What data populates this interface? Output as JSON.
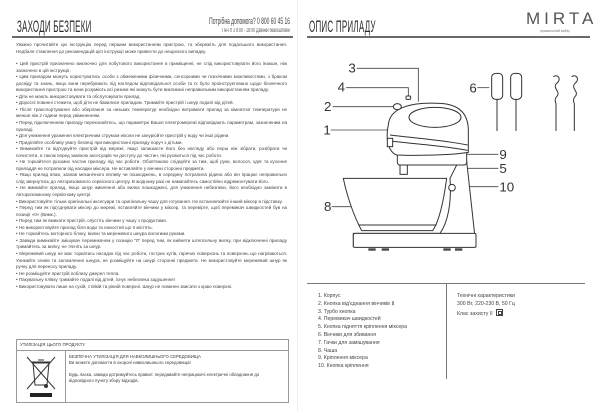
{
  "left": {
    "title": "ЗАХОДИ БЕЗПЕКИ",
    "help_line": "Потрібна допомога? 0 800 60 45 16",
    "hours_line": "Пн-Пт з 9:00 - 18:00 Дзвінки безкоштовні",
    "intro": "Уважно прочитайте цю інструкцію перед першим використанням пристрою, та збережіть для подальшого використання. Недбале ставлення до рекомендацій цієї інструкції може привести до нещасного випадку.",
    "bullets": [
      "• Цей пристрій призначено виключно для побутового використання в приміщенні, не слід використовувати його інакше, ніж зазначено в цій інструкції.",
      "• Цим приладом можуть користуватись особи з обмеженими фізичними, сенсорними чи психічними можливостями, з браком досвіду та знань, якщо вони перебувають під наглядом відповідальної особи та їх було проінструктовано щодо безпечного використання пристрою та вони розуміють всі ризики які можуть бути викликані неправильним використанням приладу.",
      "• Діти не мають використовувати та обслуговувати прилад.",
      "• Дорослі повинні стежити, щоб діти не бавилися приладом. Тримайте пристрій і шнур подалі від дітей.",
      "• Після транспортування або зберігання за низьких температур необхідно витримати прилад за кімнатної температури не менше ніж 2 години перед увімкненням.",
      "• Перед підключенням приладу переконайтесь, що параметри Вашої електромережі відповідають параметрам, зазначеним на приладі.",
      "• Для уникнення ураження електричним струмом ніколи не занурюйте пристрій у воду чи інші рідини.",
      "• Приділяйте особливу увагу безпеці при використанні приладу поруч з дітьми.",
      "• Вимикайте та від'єднуйте пристрій від мережі, якщо залишаєте його без нагляду або перш ніж зібрати, розібрати чи почистити, а також перед заміною аксесуарів чи доступу до частин, які рухаються під час роботи.",
      "• Не торкайтеся рухомих частин приладу під час роботи. Обов'язково слідкуйте за тим, щоб руки, волосся, одяг та кухонне приладдя не потрапили під насадки міксера. Не вставляйте у вінчики сторонні предмети.",
      "• Якщо прилад впав, зазнав механічного впливу чи пошкоджень, в середину потрапила рідина або він працює неправильно слід звернутись до Авторизованого сервісного центру. В жодному разі не намагайтесь самостійно відремонтувати його.",
      "• Не вмикайте прилад, якщо шнур живлення або вилка пошкоджені, для уникнення небезпеки, його необхідно замінити в Авторизованому сервісному центрі.",
      "• Використовуйте тільки оригінальні аксесуари та оригінальну чашу для готування. Не встановлюйте інший міксер в підставку.",
      "• Перед тим як під'єднувати міксер до мережі, вставляйте вінчики у міксер, та перевірте, щоб перемикач швидкостей був на позиції «0» (Вимк.).",
      "• Перед тим як вмикати пристрій, опустіть вінчики у чашу з продуктами.",
      "• Не використовуйте прилад біля води та ємностей що її містять.",
      "• Не торкайтесь моторного блоку, вилки та мережевого шнура вологими руками.",
      "• Завжди вимикайте змішувач перемикачем у позицію \"0\" перед тим, як вийняти штепсельну вилку, при відключенні приладу тримайтесь за вилку, не тягніть за шнур.",
      "• Мережевий шнур не має торкатись насадок під час роботи, гострих кутів, гарячих поверхонь та поверхонь що нагріваються. Уникайте згинів та заломлення шнура, не розміщуйте на шнурі сторонні предмети. Не використовуйте мережевий шнур як ручку для переносу приладу.",
      "• Не розміщуйте пристрій поблизу джерел тепла.",
      "• Пакувальну плівку тримайте подалі від дітей, існує небезпека задушення!",
      "• Використовувати лише на сухій, стійкій та рівній поверхні. Шнур не повинен звисати з краю поверхні."
    ],
    "disposal": {
      "header": "УТИЛІЗАЦІЯ ЦЬОГО ПРОДУКТУ",
      "heading": "БЕЗПЕЧНА УТИЛІЗАЦІЯ ДЛЯ НАВКОЛИШНЬОГО СЕРЕДОВИЩА",
      "line1": "Ви можете допомогти в охороні навколишнього середовища!",
      "line2": "Будь ласка, завжди дотримуйтесь правил: передавайте непрацюючі електричні обладнання до відповідного пункту збору відходів.",
      "icon": "crossed-out-wheelie-bin-icon"
    }
  },
  "right": {
    "title": "ОПИС ПРИЛАДУ",
    "logo": "MIRTA",
    "logo_tagline": "правильний вибір",
    "callouts": [
      "1",
      "2",
      "3",
      "4",
      "5",
      "6",
      "8",
      "9",
      "10"
    ],
    "parts": [
      "1. Корпус",
      "2. Кнопка від'єднання вінчиків",
      "3. Турбо кнопка",
      "4. Перемикач швидкостей",
      "5. Кнопка підняття кріплення міксера",
      "6. Вінчики для збивання",
      "7. Гачки для замішування",
      "8. Чаша",
      "9. Кріплення міксера",
      "10. Кнопка кріплення"
    ],
    "specs": {
      "heading": "Технічні характеристики",
      "power": "300 Вт, 220-230 В, 50 Гц",
      "class": "Клас захисту II",
      "class_icon": "double-square-class-ii-icon"
    }
  }
}
